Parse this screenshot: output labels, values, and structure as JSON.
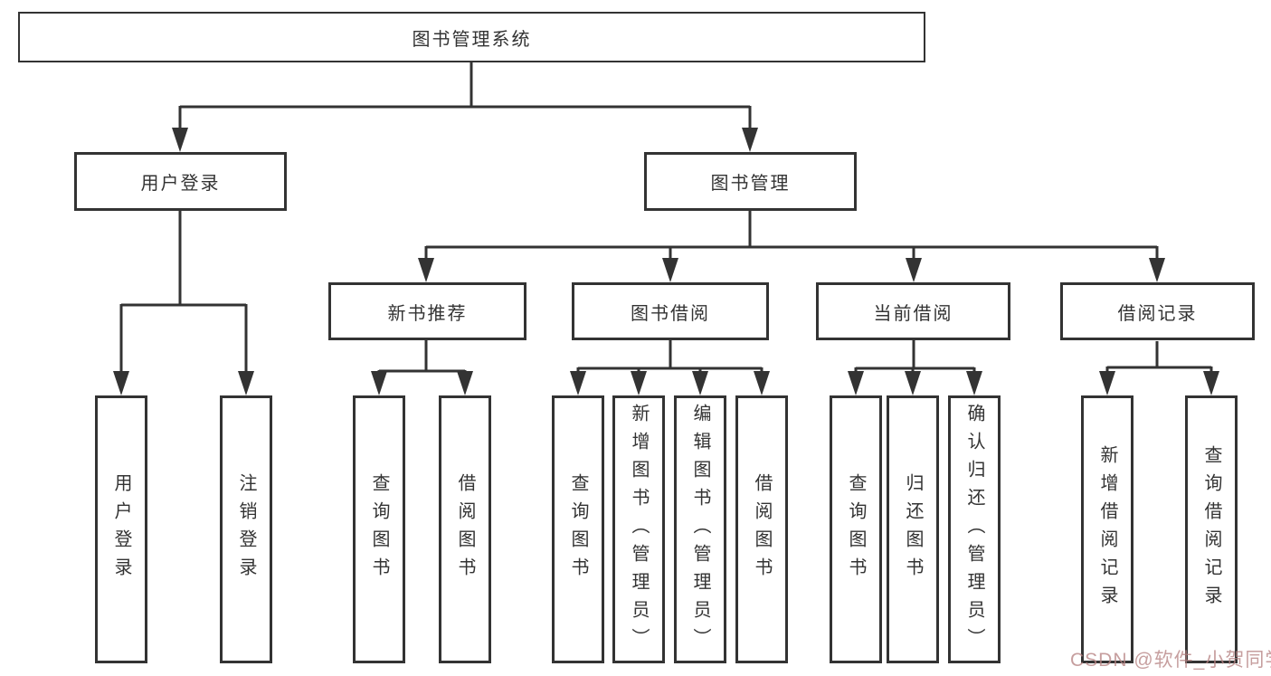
{
  "diagram": {
    "title_node": "图书管理系统",
    "level2": {
      "user_login": "用户登录",
      "book_mgmt": "图书管理"
    },
    "level3": {
      "new_books": "新书推荐",
      "book_borrow": "图书借阅",
      "current_borrow": "当前借阅",
      "borrow_records": "借阅记录"
    },
    "leaves": {
      "user_login": [
        "用户登录",
        "注销登录"
      ],
      "new_books": [
        "查询图书",
        "借阅图书"
      ],
      "book_borrow": [
        "查询图书",
        "新增图书（管理员）",
        "编辑图书（管理员）",
        "借阅图书"
      ],
      "current_borrow": [
        "查询图书",
        "归还图书",
        "确认归还（管理员）"
      ],
      "borrow_records": [
        "新增借阅记录",
        "查询借阅记录"
      ]
    }
  },
  "watermark": {
    "text": "CSDN @软件_小贺同学"
  },
  "colors": {
    "line": "#333333",
    "border": "#333333",
    "text": "#333333",
    "background": "#ffffff",
    "watermark": "#b68383"
  }
}
